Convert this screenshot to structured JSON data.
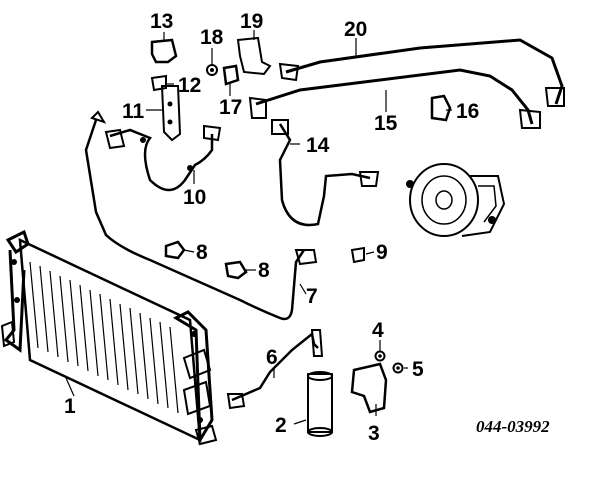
{
  "callouts": {
    "c1": "1",
    "c2": "2",
    "c3": "3",
    "c4": "4",
    "c5": "5",
    "c6": "6",
    "c7": "7",
    "c8a": "8",
    "c8b": "8",
    "c9": "9",
    "c10": "10",
    "c11": "11",
    "c12": "12",
    "c13": "13",
    "c14": "14",
    "c15": "15",
    "c16": "16",
    "c17": "17",
    "c18": "18",
    "c19": "19",
    "c20": "20"
  },
  "catalog_number": "044-03992",
  "colors": {
    "ink": "#000000",
    "paper": "#ffffff"
  }
}
